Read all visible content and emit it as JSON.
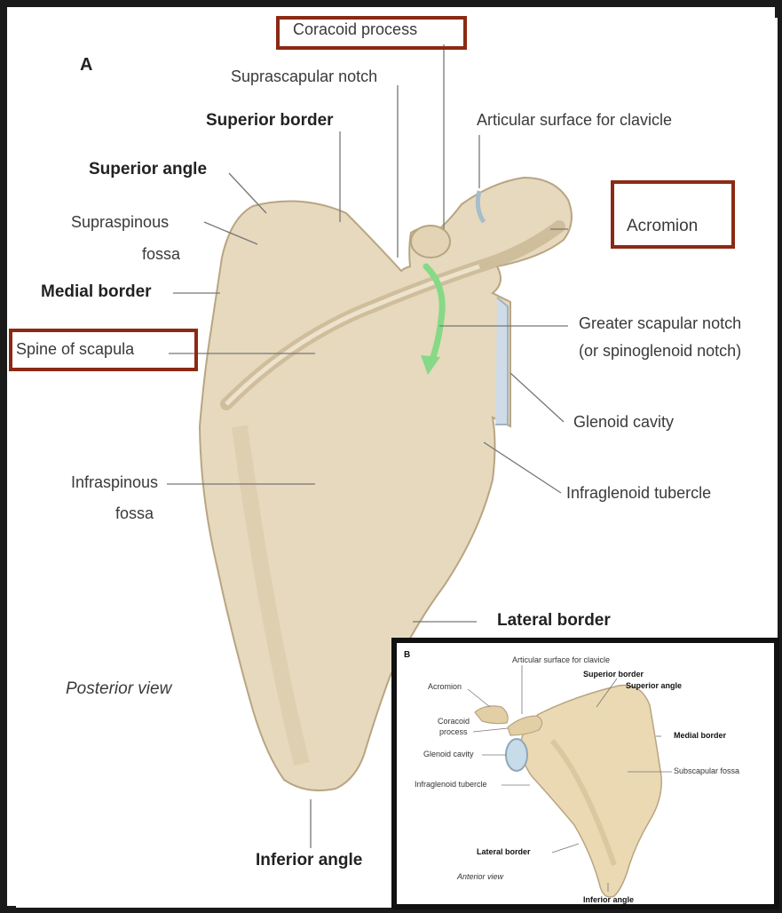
{
  "panel_a": {
    "letter": "A",
    "view": "Posterior view",
    "labels": {
      "coracoid_process": "Coracoid process",
      "suprascapular_notch": "Suprascapular notch",
      "superior_border": "Superior border",
      "articular_surface": "Articular surface for clavicle",
      "superior_angle": "Superior angle",
      "supraspinous_line1": "Supraspinous",
      "supraspinous_line2": "fossa",
      "acromion": "Acromion",
      "medial_border": "Medial border",
      "greater_notch_line1": "Greater scapular notch",
      "greater_notch_line2": "(or spinoglenoid notch)",
      "spine_of_scapula": "Spine of scapula",
      "glenoid_cavity": "Glenoid cavity",
      "infraspinous_line1": "Infraspinous",
      "infraspinous_line2": "fossa",
      "infraglenoid_tubercle": "Infraglenoid tubercle",
      "lateral_border": "Lateral border",
      "inferior_angle": "Inferior angle"
    }
  },
  "panel_b": {
    "letter": "B",
    "view": "Anterior view",
    "labels": {
      "articular_surface": "Articular surface for clavicle",
      "superior_border": "Superior border",
      "superior_angle": "Superior angle",
      "acromion": "Acromion",
      "coracoid_line1": "Coracoid",
      "coracoid_line2": "process",
      "medial_border": "Medial border",
      "glenoid_cavity": "Glenoid cavity",
      "subscapular_fossa": "Subscapular fossa",
      "infraglenoid_tubercle": "Infraglenoid tubercle",
      "lateral_border": "Lateral border",
      "inferior_angle": "Inferior angle"
    }
  },
  "colors": {
    "highlight_box": "#8b2a14",
    "bone": "#e8dcc0",
    "arrow": "#7fd37f"
  }
}
